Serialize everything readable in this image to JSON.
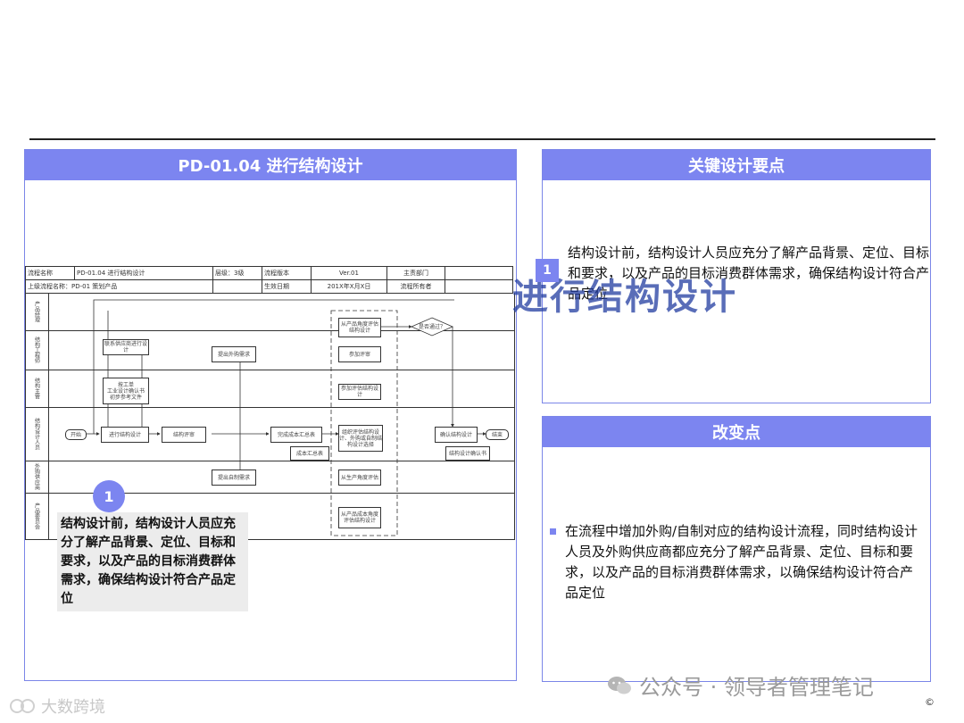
{
  "left_panel": {
    "title": "PD-01.04 进行结构设计",
    "header_table": {
      "row1": [
        "流程名称",
        "PD-01.04 进行结构设计",
        "层级：3级",
        "流程版本",
        "Ver.01",
        "主责部门",
        ""
      ],
      "row2": [
        "上级流程名称：PD-01 策划产品",
        "",
        "生效日期",
        "201X年X月X日",
        "流程所有者",
        ""
      ]
    },
    "lanes": [
      "产品经理",
      "结构工程师",
      "结构主管",
      "结构设计人员",
      "外购供应商",
      "产品委员会"
    ],
    "flow": {
      "start": "开始",
      "end": "结束",
      "decision": "是否通过？",
      "boxes": [
        "联系供应商进行设计",
        "按工单\n工业设计确认书\n初步参考文件",
        "进行结构设计",
        "结构评审",
        "提出外购需求",
        "提出自制需求",
        "完成成本汇总表",
        "成本汇总表",
        "组织评估结构设计、外购或自制结构设计选择",
        "从产品角度评估结构设计",
        "参加评审",
        "参加评估结构设计",
        "从生产角度评估",
        "从产品成本角度评估结构设计",
        "确认结构设计",
        "结构设计确认书"
      ]
    },
    "marker_number": "1",
    "note": "结构设计前，结构设计人员应充分了解产品背景、定位、目标和要求，以及产品的目标消费群体需求，确保结构设计符合产品定位"
  },
  "key_points_panel": {
    "title": "关键设计要点",
    "text": "结构设计前，结构设计人员应充分了解产品背景、定位、目标和要求，以及产品的目标消费群体需求，确保结构设计符合产品定位"
  },
  "changes_panel": {
    "title": "改变点",
    "items": [
      "在流程中增加外购/自制对应的结构设计流程，同时结构设计人员及外购供应商都应充分了解产品背景、定位、目标和要求，以及产品的目标消费群体需求，以确保结构设计符合产品定位"
    ]
  },
  "overlay": {
    "marker_number": "1",
    "big_title": "进行结构设计"
  },
  "watermarks": {
    "right": "公众号 · 领导者管理笔记",
    "left": "大数跨境"
  },
  "copyright": "©",
  "colors": {
    "accent": "#7c85f0",
    "border": "#7b86e8"
  }
}
